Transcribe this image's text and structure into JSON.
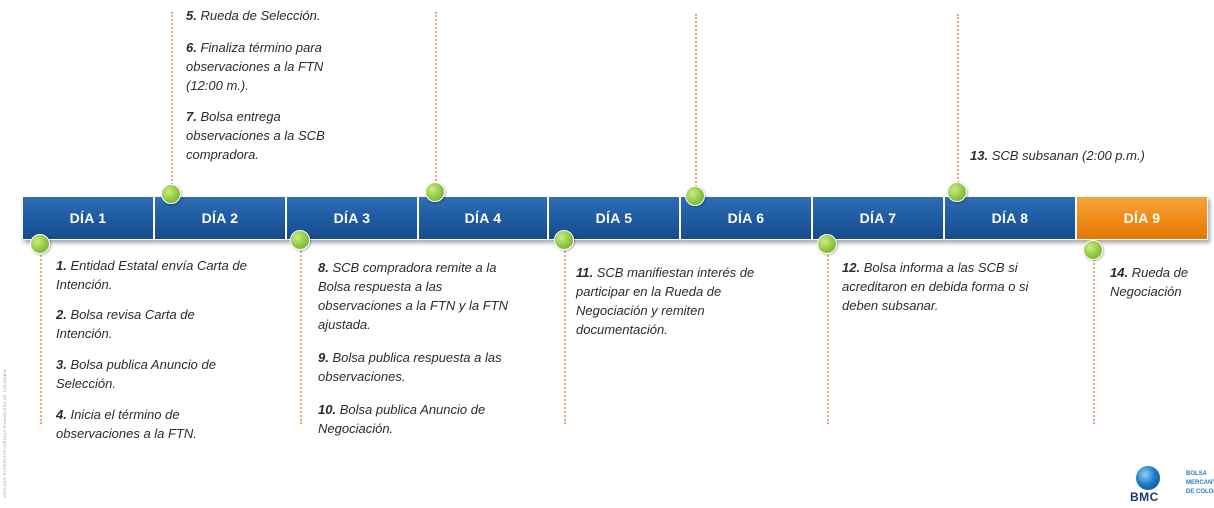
{
  "days": [
    {
      "label": "DÍA 1"
    },
    {
      "label": "DÍA 2"
    },
    {
      "label": "DÍA 3"
    },
    {
      "label": "DÍA 4"
    },
    {
      "label": "DÍA 5"
    },
    {
      "label": "DÍA 6"
    },
    {
      "label": "DÍA 7"
    },
    {
      "label": "DÍA 8"
    },
    {
      "label": "DÍA 9"
    }
  ],
  "colors": {
    "day_blue": "#1e5aa0",
    "day_highlight": "#ee8a16",
    "marker_green": "#8dc63f",
    "connector": "#f0a37a"
  },
  "events": {
    "e1": {
      "num": "1.",
      "text": "Entidad Estatal envía Carta de Intención."
    },
    "e2": {
      "num": "2.",
      "text": "Bolsa revisa Carta de Intención."
    },
    "e3": {
      "num": "3.",
      "text": "Bolsa publica Anuncio de Selección."
    },
    "e4": {
      "num": "4.",
      "text": "Inicia el término de observaciones a la FTN."
    },
    "e5": {
      "num": "5.",
      "text": "Rueda de Selección."
    },
    "e6": {
      "num": "6.",
      "text": "Finaliza término para observaciones a la FTN (12:00 m.)."
    },
    "e7": {
      "num": "7.",
      "text": "Bolsa entrega observaciones a la SCB compradora."
    },
    "e8": {
      "num": "8.",
      "text": "SCB compradora remite a la Bolsa respuesta a las observaciones a la FTN y la FTN ajustada."
    },
    "e9": {
      "num": "9.",
      "text": "Bolsa publica respuesta a las observaciones."
    },
    "e10": {
      "num": "10.",
      "text": "Bolsa publica Anuncio de Negociación."
    },
    "e11": {
      "num": "11.",
      "text": "SCB manifiestan interés de participar en la Rueda de Negociación y remiten documentación."
    },
    "e12": {
      "num": "12.",
      "text": "Bolsa informa a las SCB si acreditaron en debida forma o si deben subsanar."
    },
    "e13": {
      "num": "13.",
      "text": "SCB subsanan (2:00 p.m.)"
    },
    "e14": {
      "num": "14.",
      "text": "Rueda de Negociación"
    }
  },
  "side_text": "VIGILADO SUPERINTENDENCIA FINANCIERA DE COLOMBIA",
  "logo": {
    "abbr": "BMC",
    "name_lines": [
      "BOLSA",
      "MERCANTIL",
      "DE COLOMBIA"
    ]
  }
}
